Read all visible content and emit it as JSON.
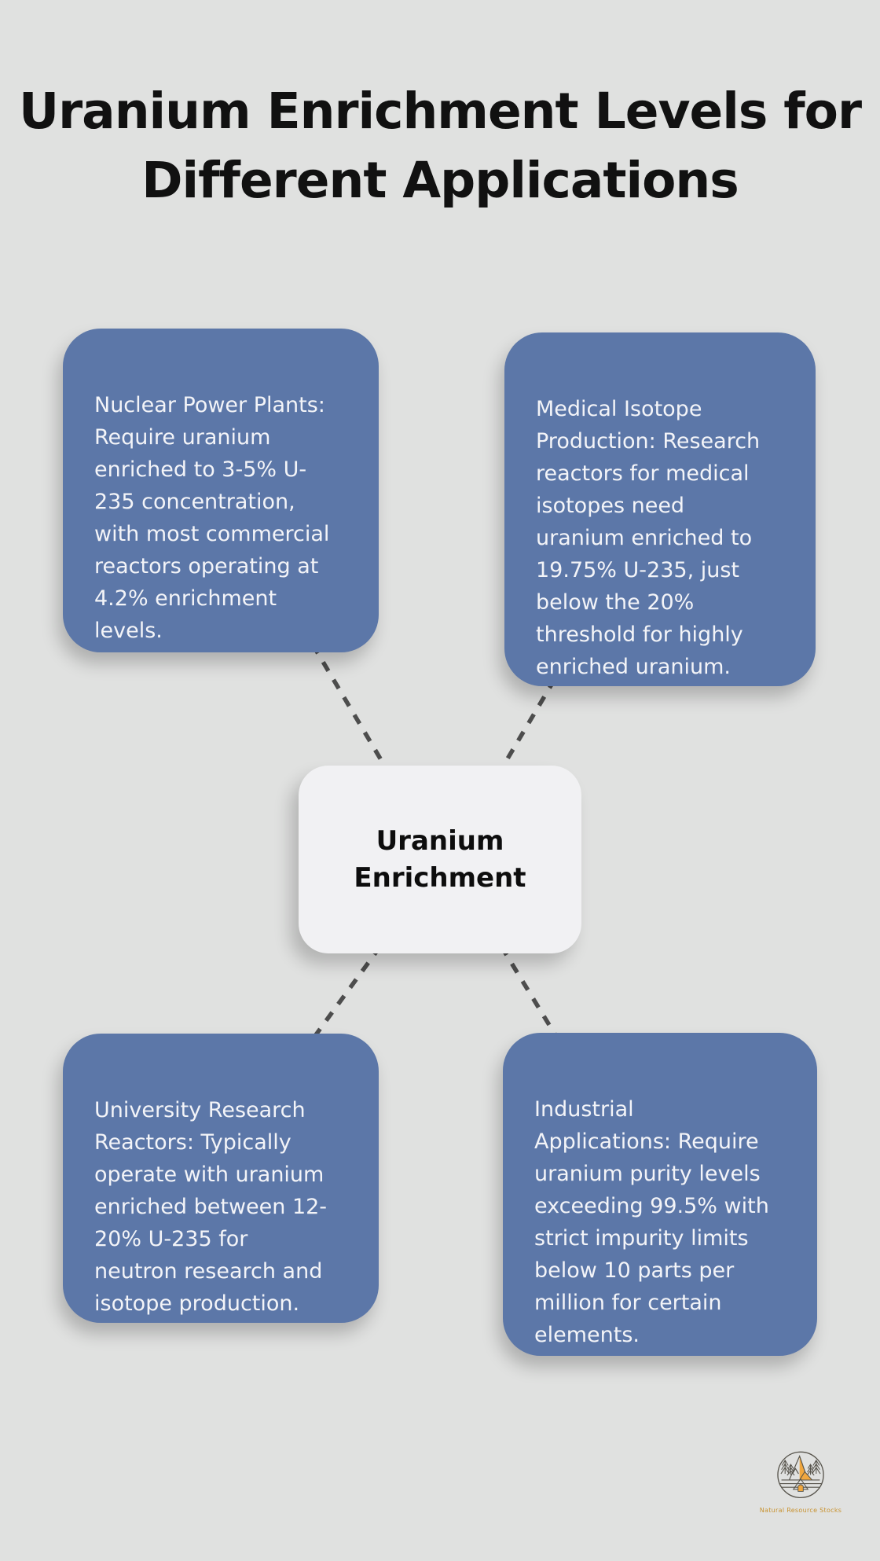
{
  "title": "Uranium Enrichment Levels for\nDifferent Applications",
  "center_node": {
    "label": "Uranium\nEnrichment"
  },
  "nodes": [
    {
      "id": "nuclear-power-plants",
      "text": "Nuclear Power Plants:\nRequire uranium\nenriched to 3-5% U-\n235 concentration,\nwith most commercial\nreactors operating at\n4.2% enrichment\nlevels."
    },
    {
      "id": "medical-isotope-production",
      "text": "Medical Isotope\nProduction: Research\nreactors for medical\nisotopes need\nuranium enriched to\n19.75% U-235, just\nbelow the 20%\nthreshold for highly\nenriched uranium."
    },
    {
      "id": "university-research-reactors",
      "text": "University Research\nReactors: Typically\noperate with uranium\nenriched between 12-\n20% U-235 for\nneutron research and\nisotope production."
    },
    {
      "id": "industrial-applications",
      "text": "Industrial\nApplications: Require\nuranium purity levels\nexceeding 99.5% with\nstrict impurity limits\nbelow 10 parts per\nmillion for certain\nelements."
    }
  ],
  "logo": {
    "caption": "Natural Resource Stocks"
  },
  "colors": {
    "background": "#E0E1E0",
    "card": "#5C77A8",
    "card_text": "#F3F4F8",
    "center_bg": "#F1F1F3",
    "title_text": "#111111",
    "connector": "#4D4D4D",
    "logo_accent": "#F0A73F",
    "logo_caption": "#C8922F"
  }
}
